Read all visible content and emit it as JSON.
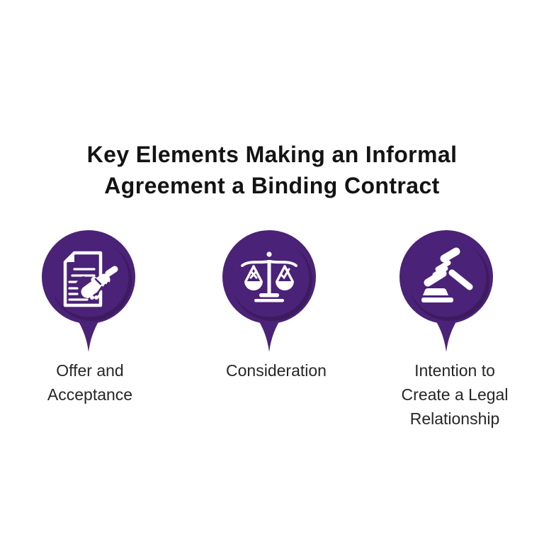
{
  "title": {
    "lines": [
      "Key Elements Making an Informal",
      "Agreement a Binding Contract"
    ]
  },
  "colors": {
    "background": "#FFFFFF",
    "title_color": "#131313",
    "label_color": "#262626",
    "pin_purple": "#4A2277",
    "pin_shadow": "#3C1B5F",
    "icon_white": "#FFFFFF"
  },
  "items": [
    {
      "icon": "contract-handshake-icon",
      "label_lines": [
        "Offer and",
        "Acceptance"
      ]
    },
    {
      "icon": "scales-of-justice-icon",
      "label_lines": [
        "Consideration"
      ]
    },
    {
      "icon": "gavel-icon",
      "label_lines": [
        "Intention to",
        "Create a Legal",
        "Relationship"
      ]
    }
  ]
}
